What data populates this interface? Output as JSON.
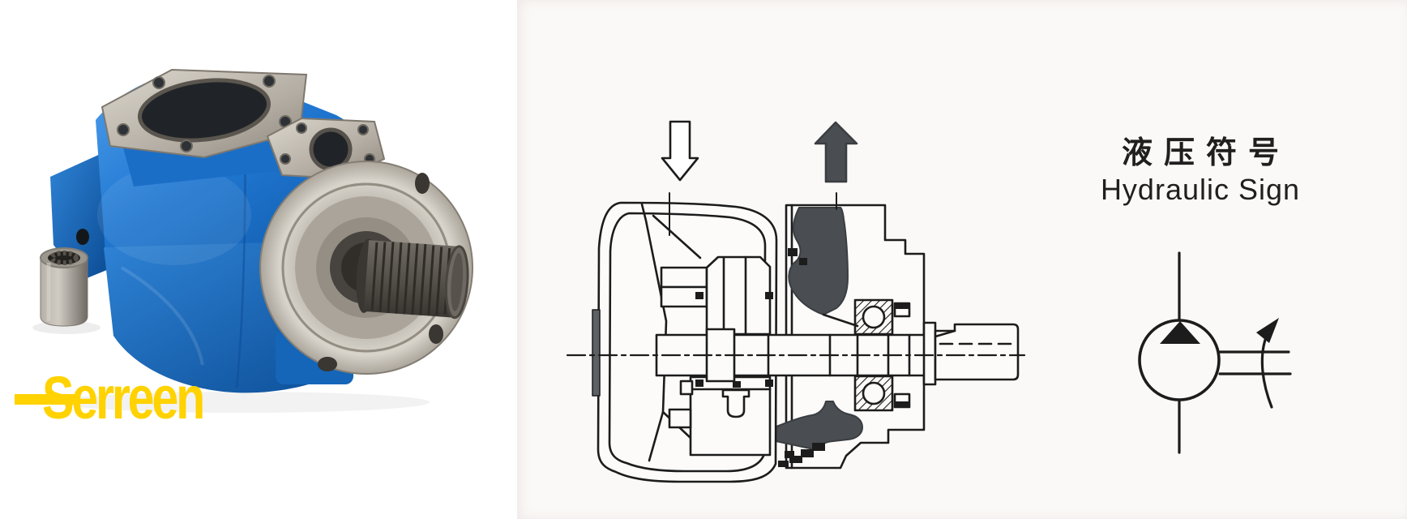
{
  "scene": {
    "left_background": "#ffffff",
    "scan_background": "#fbf9f7"
  },
  "brand": {
    "logo_text": "Serreen",
    "logo_color": "#FFD200"
  },
  "photo": {
    "subject": "blue hydraulic vane pump with splined shaft and loose spline coupling",
    "body_color": "#2178d2"
  },
  "cross_section": {
    "type": "vane pump sectional drawing",
    "inlet_arrow": "down-outline",
    "outlet_arrow": "up-filled",
    "line_color": "#1c1c1c",
    "passage_fill": "#4a4e52"
  },
  "sign": {
    "title_zh": "液压符号",
    "title_en": "Hydraulic Sign",
    "symbol": "variable displacement pump circuit symbol"
  }
}
